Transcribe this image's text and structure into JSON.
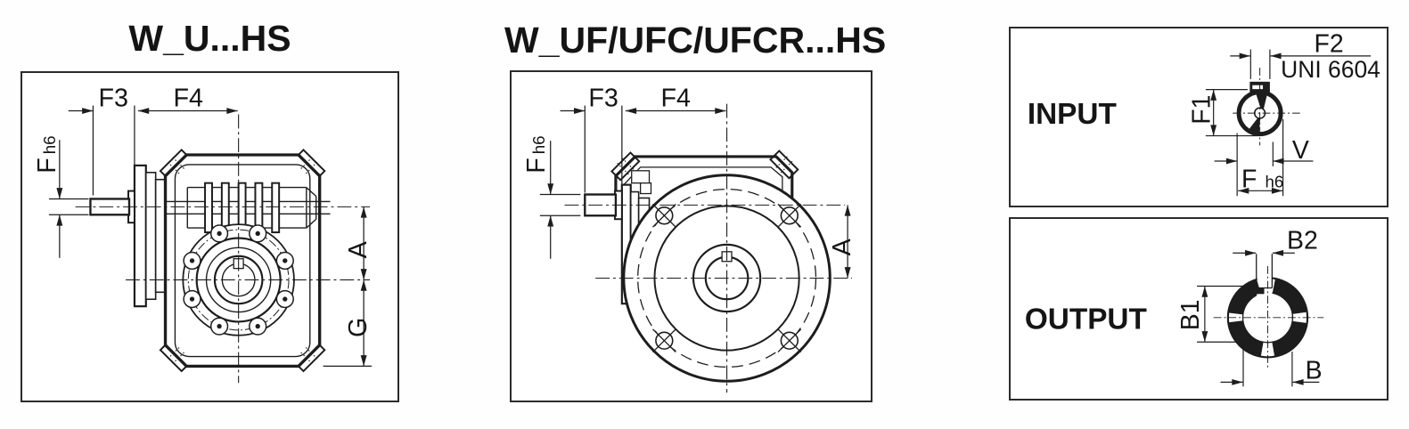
{
  "page": {
    "background": "#ffffff",
    "line_color": "#1d1d1d"
  },
  "panels": {
    "w_u": {
      "title": "W_U...HS",
      "dims": {
        "f3": "F3",
        "f4": "F4",
        "f_main": "F",
        "f_sub": "h6",
        "a": "A",
        "g": "G"
      }
    },
    "w_uf": {
      "title": "W_UF/UFC/UFCR...HS",
      "dims": {
        "f3": "F3",
        "f4": "F4",
        "f_main": "F",
        "f_sub": "h6",
        "a": "A"
      }
    },
    "input": {
      "label": "INPUT",
      "dims": {
        "f2": "F2",
        "standard": "UNI 6604",
        "f1": "F1",
        "v": "V",
        "f_main": "F",
        "f_sub": "h6"
      }
    },
    "output": {
      "label": "OUTPUT",
      "dims": {
        "b2": "B2",
        "b1": "B1",
        "b": "B"
      }
    }
  }
}
